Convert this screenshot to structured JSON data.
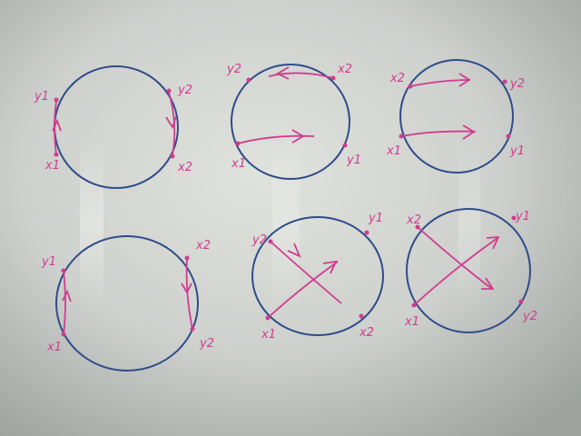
{
  "colors": {
    "circle_ink": "#2f4c8a",
    "marker_ink": "#d13c8f",
    "board": "#cfd2ce"
  },
  "diagrams": [
    {
      "labels": {
        "y1": "y1",
        "y2": "y2",
        "x1": "x1",
        "x2": "x2"
      }
    },
    {
      "labels": {
        "y2": "y2",
        "x2": "x2",
        "x1": "x1",
        "y1": "y1"
      }
    },
    {
      "labels": {
        "x2": "x2",
        "y2": "y2",
        "x1": "x1",
        "y1": "y1"
      }
    },
    {
      "labels": {
        "y1": "y1",
        "x2": "x2",
        "x1": "x1",
        "y2": "y2"
      }
    },
    {
      "labels": {
        "y2": "y2",
        "y1": "y1",
        "x1": "x1",
        "x2": "x2"
      }
    },
    {
      "labels": {
        "x2": "x2",
        "y1": "y1",
        "x1": "x1",
        "y2": "y2"
      }
    }
  ]
}
